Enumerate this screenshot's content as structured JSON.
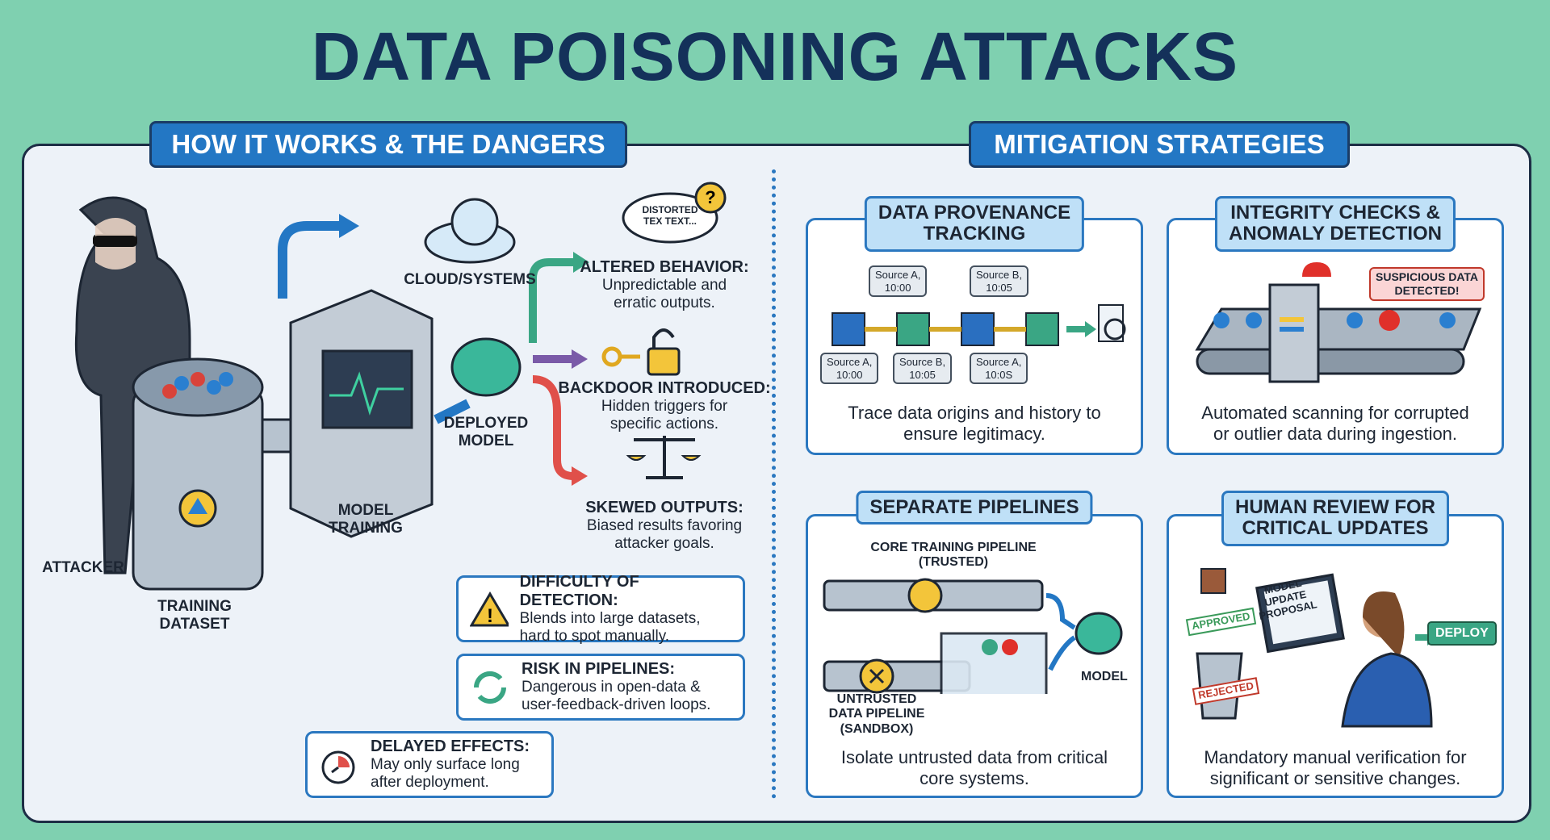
{
  "title": "DATA POISONING ATTACKS",
  "left": {
    "header": "HOW IT WORKS & THE DANGERS",
    "attacker": "ATTACKER",
    "dataset": [
      "TRAINING",
      "DATASET"
    ],
    "training": [
      "MODEL",
      "TRAINING"
    ],
    "cloud": "CLOUD/SYSTEMS",
    "deployed": [
      "DEPLOYED",
      "MODEL"
    ],
    "thought": [
      "DISTORTED",
      "TEX TEXT..."
    ],
    "effects": [
      {
        "title": "ALTERED BEHAVIOR:",
        "lines": [
          "Unpredictable and",
          "erratic outputs."
        ]
      },
      {
        "title": "BACKDOOR INTRODUCED:",
        "lines": [
          "Hidden triggers for",
          "specific actions."
        ]
      },
      {
        "title": "SKEWED OUTPUTS:",
        "lines": [
          "Biased results favoring",
          "attacker goals."
        ]
      }
    ],
    "boxes": [
      {
        "title": "DIFFICULTY OF DETECTION:",
        "lines": [
          "Blends into large datasets,",
          "hard to spot manually."
        ]
      },
      {
        "title": "RISK IN PIPELINES:",
        "lines": [
          "Dangerous in open-data &",
          "user-feedback-driven loops."
        ]
      },
      {
        "title": "DELAYED EFFECTS:",
        "lines": [
          "May only surface long",
          "after deployment."
        ]
      }
    ]
  },
  "right": {
    "header": "MITIGATION STRATEGIES",
    "cards": [
      {
        "title": [
          "DATA PROVENANCE",
          "TRACKING"
        ],
        "desc": [
          "Trace data origins and history to",
          "ensure legitimacy."
        ],
        "chips_top": [
          [
            "Source A,",
            "10:00"
          ],
          [
            "Source B,",
            "10:05"
          ]
        ],
        "chips_bottom": [
          [
            "Source A,",
            "10:00"
          ],
          [
            "Source B,",
            "10:05"
          ],
          [
            "Source A,",
            "10:0S"
          ]
        ]
      },
      {
        "title": [
          "INTEGRITY CHECKS &",
          "ANOMALY DETECTION"
        ],
        "desc": [
          "Automated scanning for corrupted",
          "or outlier data during ingestion."
        ],
        "alert": [
          "SUSPICIOUS DATA",
          "DETECTED!"
        ]
      },
      {
        "title": [
          "SEPARATE PIPELINES"
        ],
        "desc": [
          "Isolate untrusted data from critical",
          "core systems."
        ],
        "core": [
          "CORE TRAINING PIPELINE",
          "(TRUSTED)"
        ],
        "untrusted": [
          "UNTRUSTED",
          "DATA PIPELINE",
          "(SANDBOX)"
        ],
        "model": "MODEL"
      },
      {
        "title": [
          "HUMAN REVIEW FOR",
          "CRITICAL UPDATES"
        ],
        "desc": [
          "Mandatory manual verification for",
          "significant or sensitive changes."
        ],
        "approved": "APPROVED",
        "rejected": "REJECTED",
        "screen": [
          "MODEL",
          "UPDATE",
          "PROPOSAL"
        ],
        "deploy": "DEPLOY"
      }
    ]
  },
  "colors": {
    "bg": "#7fd0b0",
    "navy": "#14315a",
    "blue": "#2377c4",
    "panel": "#edf2f8"
  }
}
